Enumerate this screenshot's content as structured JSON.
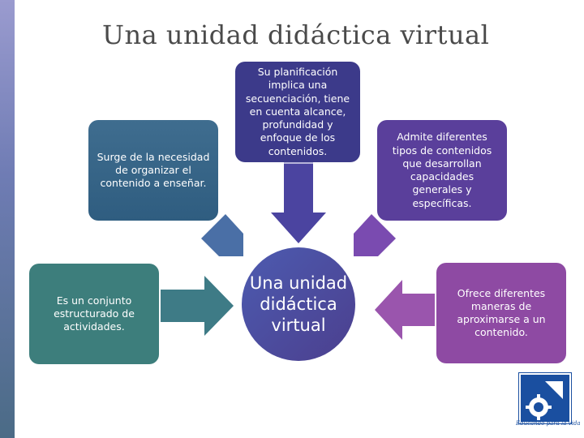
{
  "slide": {
    "title": "Una unidad didáctica virtual"
  },
  "diagram": {
    "center": "Una unidad didáctica virtual",
    "nodes": {
      "necesidad": "Surge de la necesidad de organizar el contenido a enseñar.",
      "planificacion": "Su planificación implica una secuenciación, tiene en cuenta alcance, profundidad y enfoque de los contenidos.",
      "admite": "Admite diferentes tipos de contenidos que desarrollan capacidades generales y específicas.",
      "conjunto": "Es un conjunto estructurado de actividades.",
      "ofrece": "Ofrece diferentes maneras de aproximarse a un contenido."
    }
  },
  "logo": {
    "icon": "institution-logo-icon",
    "caption": "Educando para la vida"
  },
  "colors": {
    "teal": "#3d7e7c",
    "steel_blue": "#3f6d8f",
    "indigo": "#3c3a8a",
    "violet": "#5a3f9b",
    "purple": "#8e4aa3",
    "center": "#4b4f9e"
  }
}
